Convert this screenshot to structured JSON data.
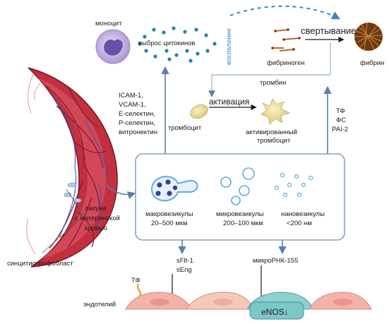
{
  "labels": {
    "monocyte": "моноцит",
    "cytokine_release": "выброс цитокинов",
    "inflammation": "воспаление",
    "coagulation": "свертывание",
    "fibrinogen": "фибриноген",
    "fibrin": "фибрин",
    "thrombin": "тромбин",
    "activation": "активация",
    "platelet": "тромбоцит",
    "activated_platelet_1": "активированный",
    "activated_platelet_2": "тромбоцит",
    "adhesion_1": "ICAM-1,",
    "adhesion_2": "VCAM-1,",
    "adhesion_3": "Е-селектин,",
    "adhesion_4": "Р-селектин,",
    "adhesion_5": "витронектин",
    "tf_1": "ТФ",
    "tf_2": "ФС",
    "tf_3": "PAI-2",
    "macro_1": "макровезикулы",
    "macro_2": "20–500 мкм",
    "micro_1": "микровезикулы",
    "micro_2": "200–100 мкм",
    "nano_1": "нановезикулы",
    "nano_2": "<200 нм",
    "lacuna_1": "лакуна",
    "lacuna_2": "с материнской",
    "lacuna_3": "кровью",
    "syncytio": "синцитиотрофобласт",
    "sflt_1": "sFlt-1",
    "sflt_2": "sEng",
    "mirna": "микроРНК-155",
    "tf_endo": "ТФ",
    "endothelium": "эндотелий",
    "enos": "eNOS↓"
  },
  "colors": {
    "vesicle_blue": "#5aaed8",
    "vesicle_dark": "#3b3aa0",
    "cytokine": "#1f86a8",
    "placenta": "#b8283a",
    "monocyte": "#b9a6dc",
    "endothelium_pink": "#f2b3a8",
    "endothelium_teal": "#7cc8c9",
    "arrow": "#6b8fb8"
  }
}
